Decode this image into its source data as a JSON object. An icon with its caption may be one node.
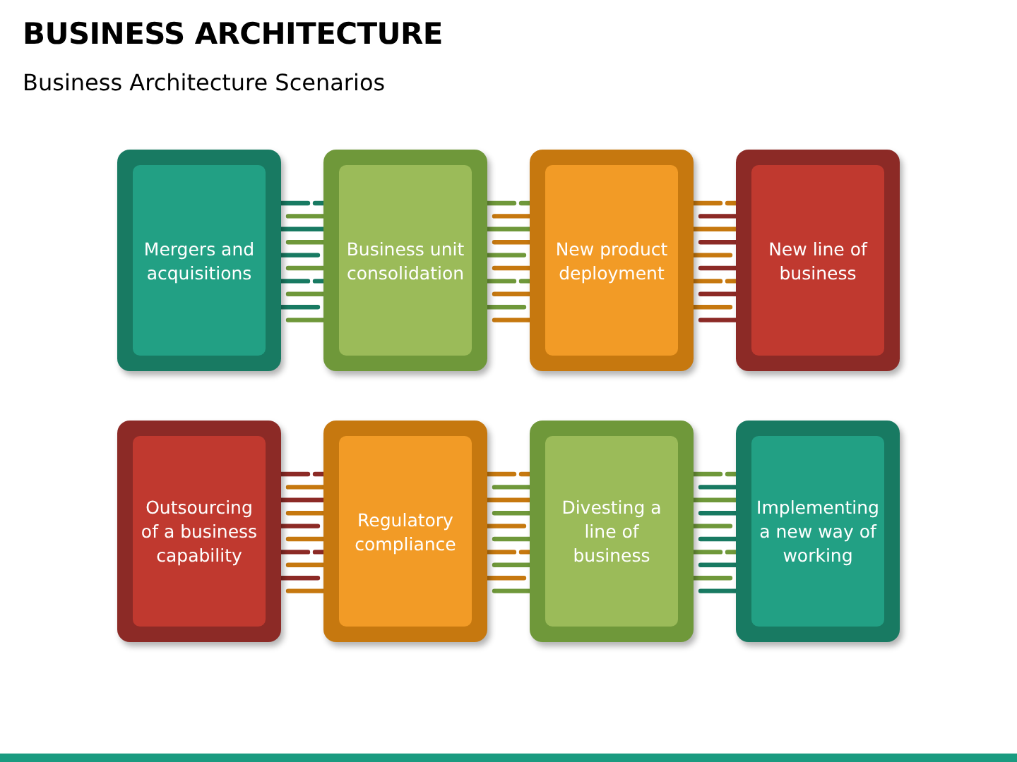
{
  "diagram": {
    "title": "BUSINESS ARCHITECTURE",
    "caption": "Business Architecture Scenarios",
    "nodes": [
      {
        "text": [
          "Mergers and acquisitions"
        ]
      },
      {
        "text": [
          "Business unit consolidation"
        ]
      },
      {
        "text": [
          "New product deployment"
        ]
      },
      {
        "text": [
          "New line of business"
        ]
      },
      {
        "text": [
          "Outsourcing of a business capability"
        ]
      },
      {
        "text": [
          "Regulatory compliance"
        ]
      },
      {
        "text": [
          "Divesting a line of business"
        ]
      },
      {
        "text": [
          "Implementing a new way of working"
        ]
      }
    ],
    "edges": [
      {
        "from": 0,
        "to": 1,
        "arrow": "none",
        "color": "#187a62"
      },
      {
        "from": 1,
        "to": 2,
        "arrow": "none",
        "color": "#6f983a"
      },
      {
        "from": 2,
        "to": 3,
        "arrow": "none",
        "color": "#c6780f"
      },
      {
        "from": 4,
        "to": 5,
        "arrow": "none",
        "color": "#8c2a26"
      },
      {
        "from": 5,
        "to": 6,
        "arrow": "none",
        "color": "#c6780f"
      },
      {
        "from": 6,
        "to": 7,
        "arrow": "none",
        "color": "#6f983a"
      }
    ]
  }
}
